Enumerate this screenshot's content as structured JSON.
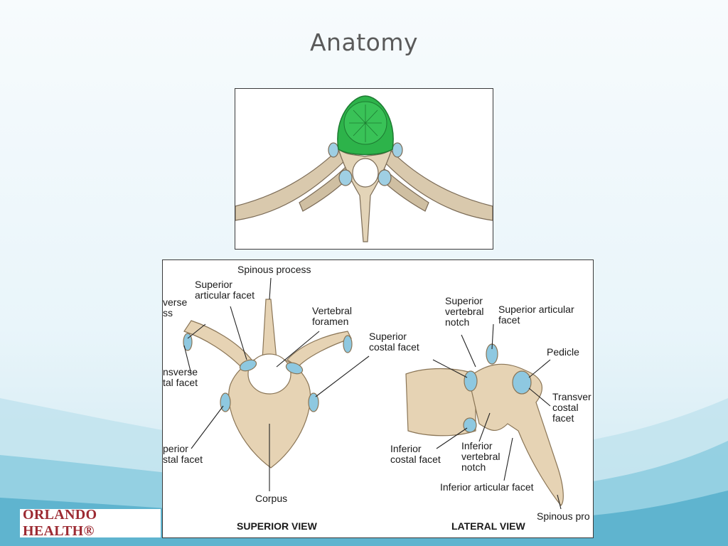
{
  "slide": {
    "title": "Anatomy",
    "logo_text": "ORLANDO HEALTH®"
  },
  "superior_view": {
    "caption": "SUPERIOR VIEW",
    "labels": {
      "spinous_process": "Spinous process",
      "superior_articular_facet": "Superior\narticular facet",
      "vertebral_foramen": "Vertebral\nforamen",
      "superior_costal_facet": "Superior\ncostal facet",
      "transverse_process": "verse\nss",
      "transverse_costal_facet": "nsverse\ntal facet",
      "inferior_costal_facet": "perior\nstal facet",
      "corpus": "Corpus"
    }
  },
  "lateral_view": {
    "caption": "LATERAL VIEW",
    "labels": {
      "superior_vertebral_notch": "Superior\nvertebral\nnotch",
      "superior_articular_facet": "Superior articular\nfacet",
      "pedicle": "Pedicle",
      "transverse_costal_facet": "Transver\ncostal\nfacet",
      "inferior_costal_facet": "Inferior\ncostal facet",
      "inferior_vertebral_notch": "Inferior\nvertebral\nnotch",
      "inferior_articular_facet": "Inferior articular facet",
      "spinous_process": "Spinous pro"
    }
  },
  "colors": {
    "highlight": "#2db34a",
    "bone": "#e6d3b4",
    "facet": "#8ec8e0",
    "brand": "#9c2a32"
  }
}
